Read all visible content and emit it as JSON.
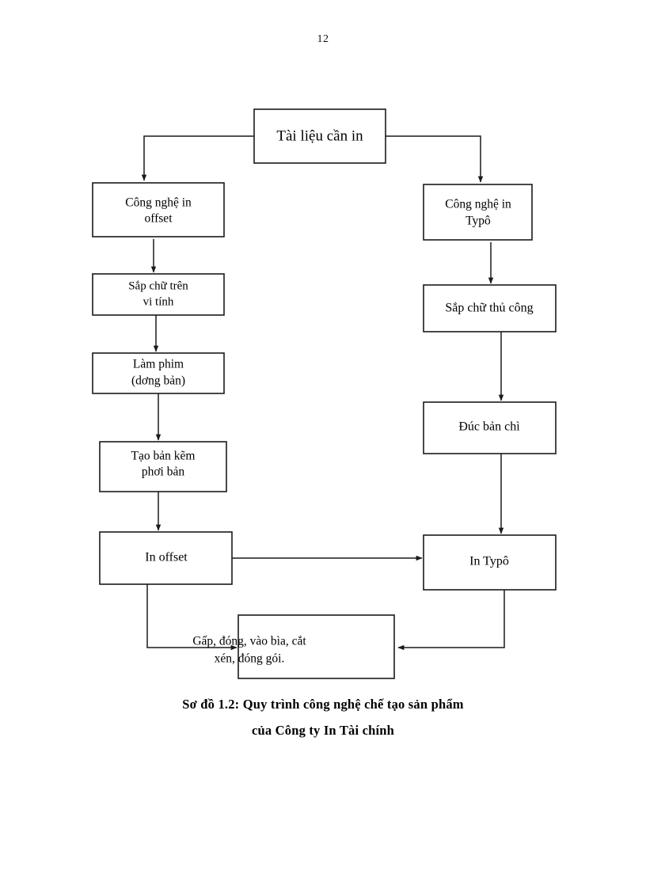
{
  "document": {
    "page_number": "12",
    "caption_line_1": "Sơ đồ 1.2: Quy trình  công nghệ chế tạo sản phẩm",
    "caption_line_2": "của Công ty In Tài chính"
  },
  "chart_data": {
    "type": "diagram",
    "title": "Sơ đồ 1.2: Quy trình  công nghệ chế tạo sản phẩm của Công ty In Tài chính",
    "nodes": [
      {
        "id": "source",
        "label": "Tài liệu cần in",
        "lines": [
          "Tài liệu cần in"
        ]
      },
      {
        "id": "offset_tech",
        "label": "Công nghệ in offset",
        "lines": [
          "Công nghệ in",
          "offset"
        ]
      },
      {
        "id": "typo_tech",
        "label": "Công nghệ in Typô",
        "lines": [
          "Công nghệ in",
          "Typô"
        ]
      },
      {
        "id": "typeset_pc",
        "label": "Sắp chữ trên vi tính",
        "lines": [
          "Sắp chữ trên",
          "vi tính"
        ]
      },
      {
        "id": "typeset_manual",
        "label": "Sắp chữ thủ công",
        "lines": [
          "Sắp chữ thủ công"
        ]
      },
      {
        "id": "film",
        "label": "Làm phim (dơng bản)",
        "lines": [
          "Làm phim",
          "(dơng   bản)"
        ]
      },
      {
        "id": "lead_plate",
        "label": "Đúc bản chì",
        "lines": [
          "Đúc bản chì"
        ]
      },
      {
        "id": "zinc_plate",
        "label": "Tạo bản kẽm phơi bản",
        "lines": [
          "Tạo bản kẽm",
          "phơi bản"
        ]
      },
      {
        "id": "print_offset",
        "label": "In offset",
        "lines": [
          "In offset"
        ]
      },
      {
        "id": "print_typo",
        "label": "In Typô",
        "lines": [
          "In Typô"
        ]
      },
      {
        "id": "finishing",
        "label": "Gấp, đóng, vào bìa, cắt xén, đóng gói.",
        "lines": [
          "Gấp, đóng, vào bìa, cắt",
          "xén, đóng gói."
        ]
      }
    ],
    "edges": [
      {
        "from": "source",
        "to": "offset_tech"
      },
      {
        "from": "source",
        "to": "typo_tech"
      },
      {
        "from": "offset_tech",
        "to": "typeset_pc"
      },
      {
        "from": "typeset_pc",
        "to": "film"
      },
      {
        "from": "film",
        "to": "zinc_plate"
      },
      {
        "from": "zinc_plate",
        "to": "print_offset"
      },
      {
        "from": "typo_tech",
        "to": "typeset_manual"
      },
      {
        "from": "typeset_manual",
        "to": "lead_plate"
      },
      {
        "from": "lead_plate",
        "to": "print_typo"
      },
      {
        "from": "print_offset",
        "to": "print_typo"
      },
      {
        "from": "print_offset",
        "to": "finishing"
      },
      {
        "from": "print_typo",
        "to": "finishing"
      }
    ]
  }
}
